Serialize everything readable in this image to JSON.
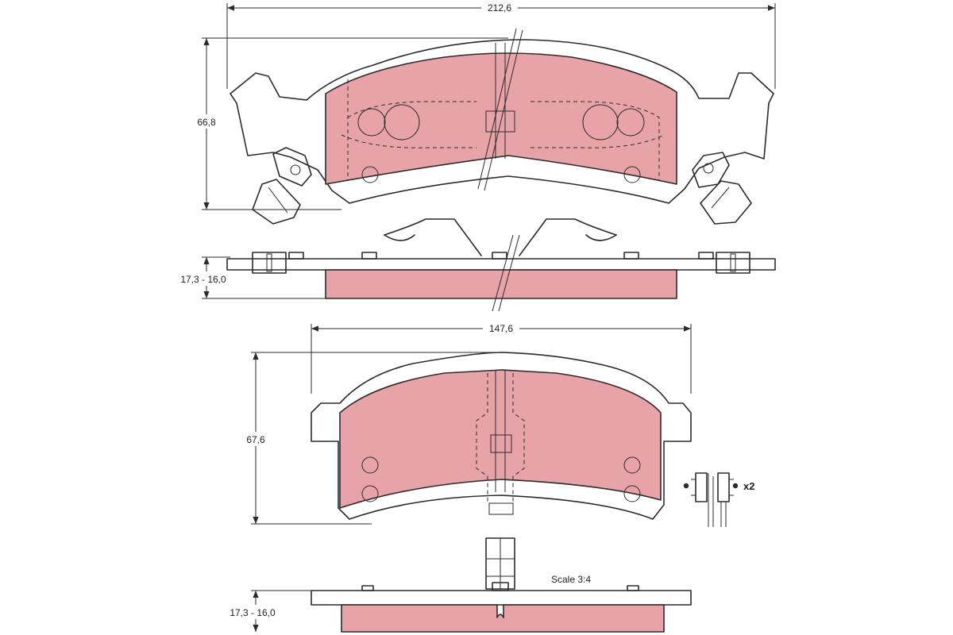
{
  "colors": {
    "friction_material": "#e8a3a8",
    "outline": "#2b2b2b",
    "background": "#ffffff"
  },
  "dimensions": {
    "width_outer_pad": "212,6",
    "height_outer_pad": "66,8",
    "thickness_outer_pad": "17,3 - 16,0",
    "width_inner_pad": "147,6",
    "height_inner_pad": "67,6",
    "thickness_inner_pad": "17,3 - 16,0"
  },
  "accessory": {
    "quantity_label": "x2"
  },
  "scale_label": "Scale 3:4"
}
